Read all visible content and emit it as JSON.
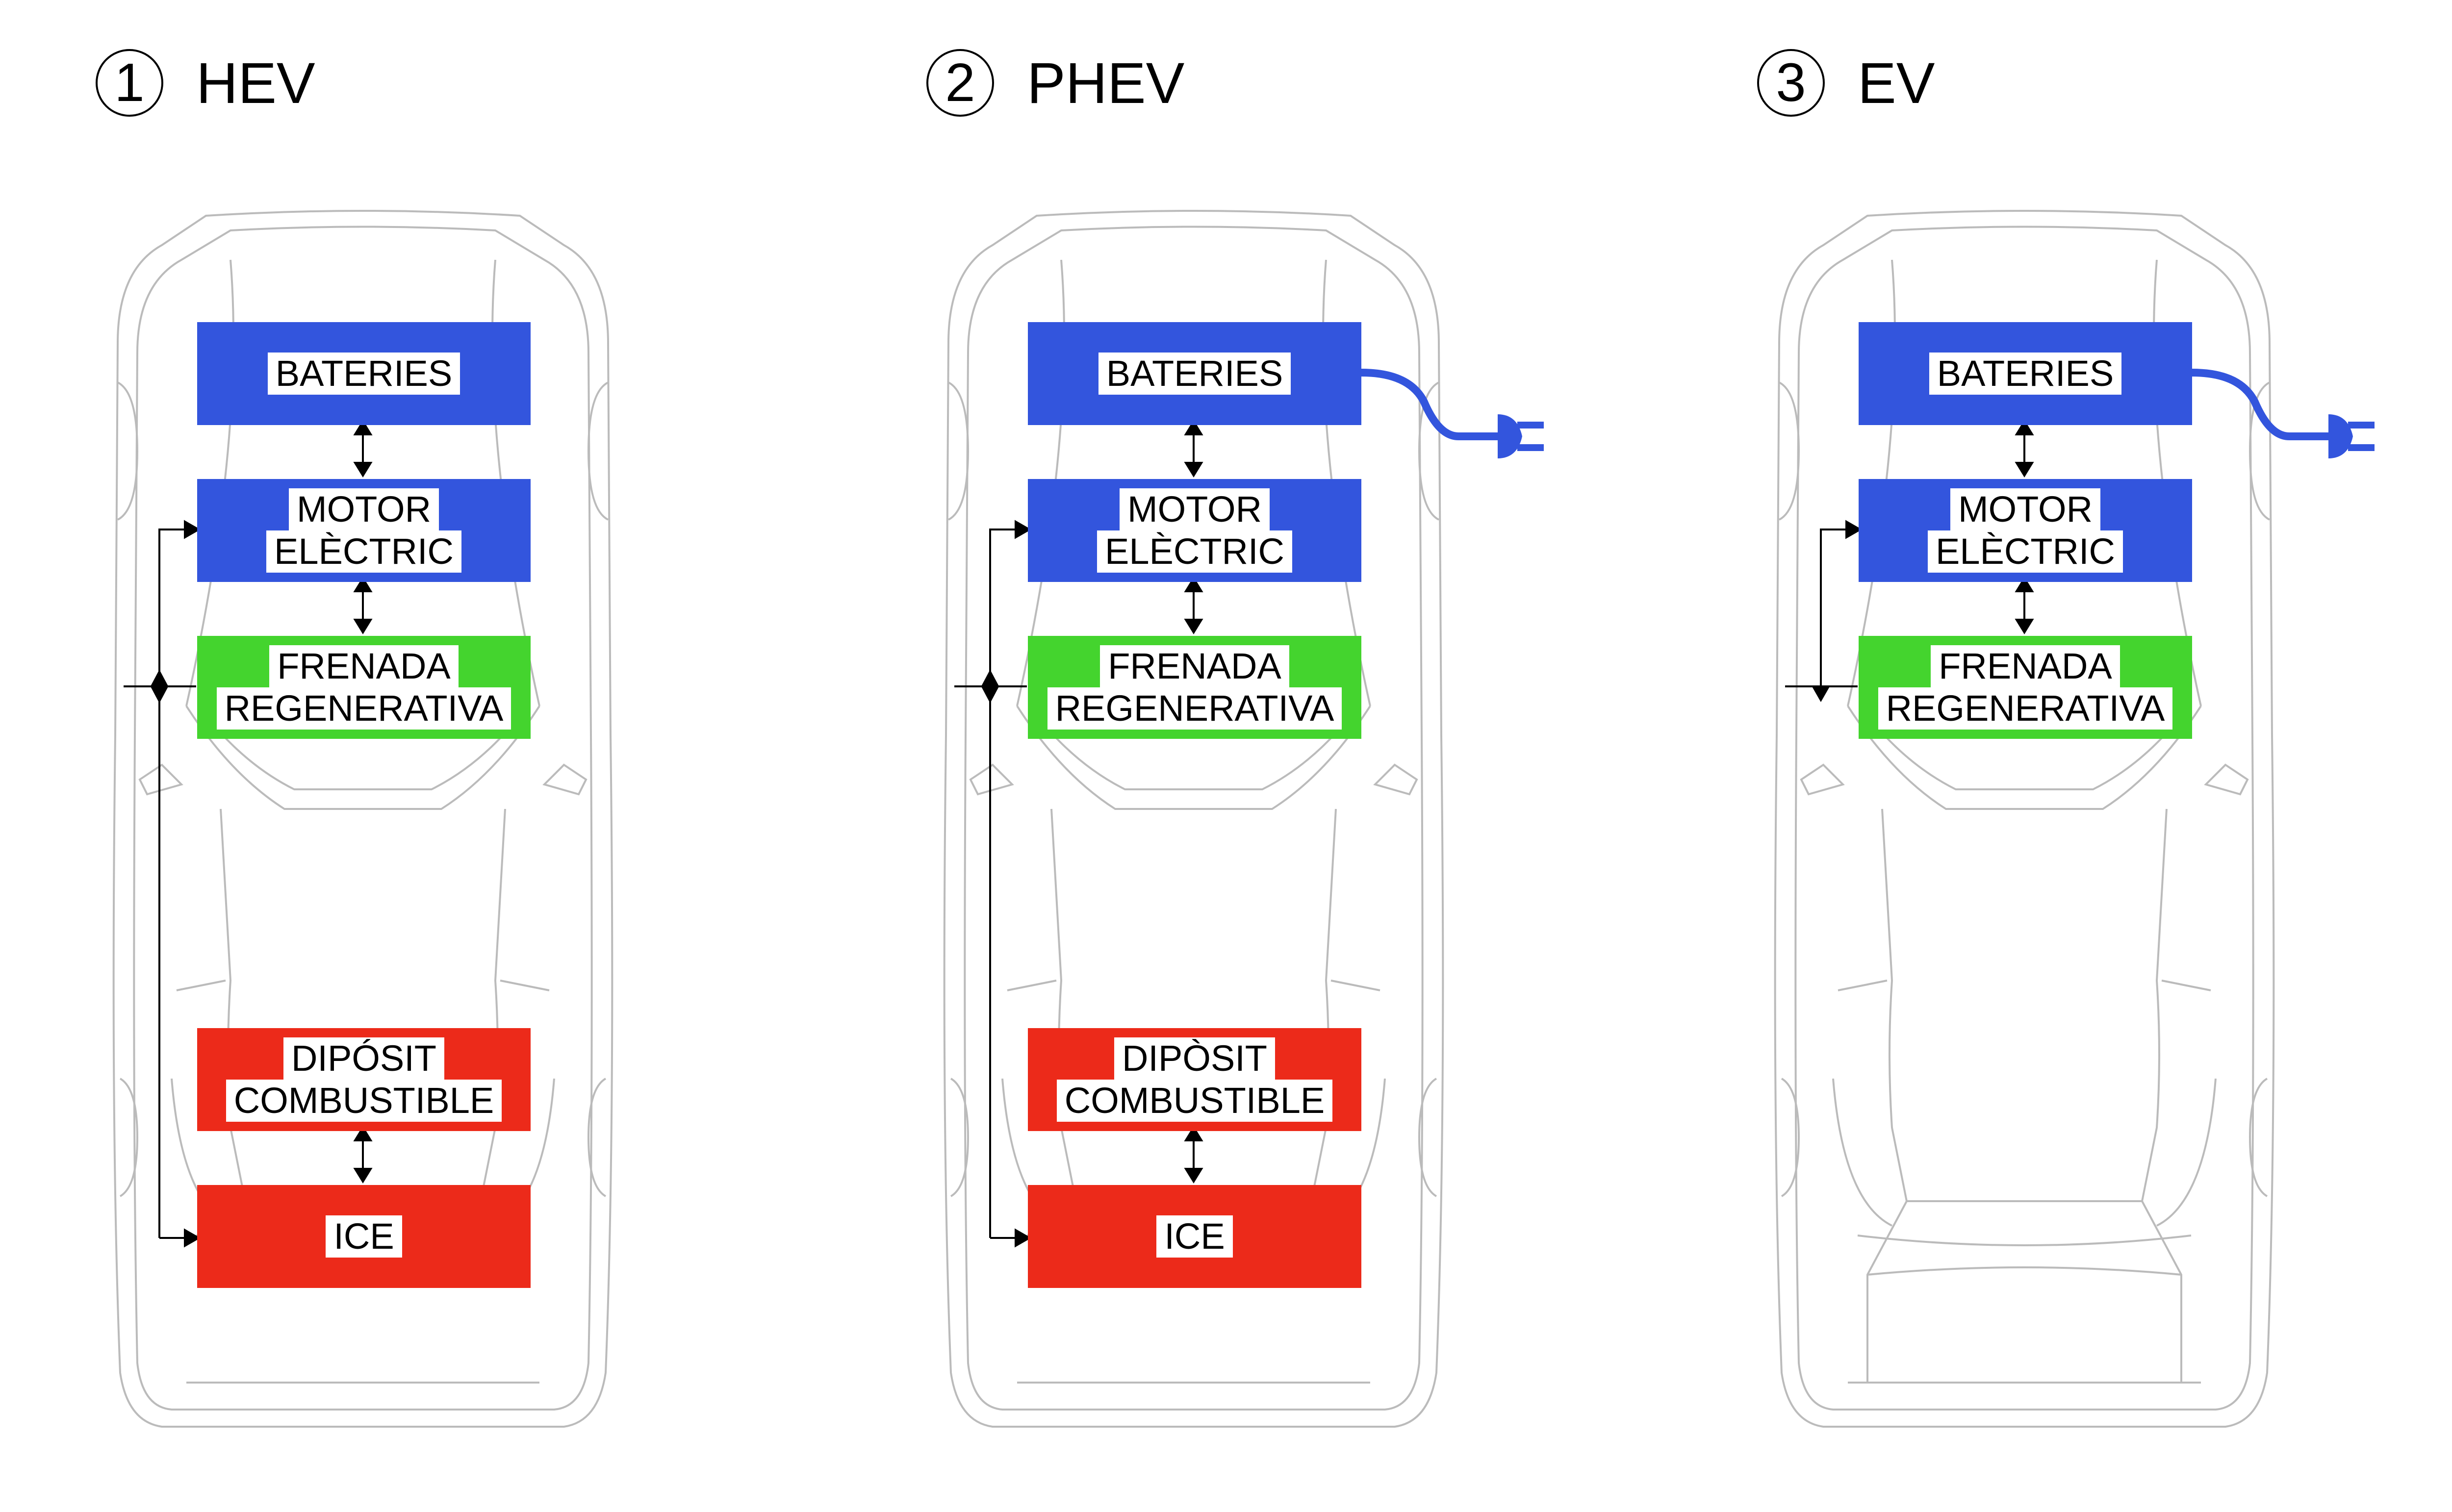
{
  "panels": [
    {
      "number": "1",
      "title": "HEV",
      "blocks": {
        "batteries": [
          "BATERIES"
        ],
        "motor": [
          "MOTOR",
          "ELÈCTRIC"
        ],
        "braking": [
          "FRENADA",
          "REGENERATIVA"
        ],
        "tank": [
          "DIPÓSIT",
          "COMBUSTIBLE"
        ],
        "ice": [
          "ICE"
        ]
      }
    },
    {
      "number": "2",
      "title": "PHEV",
      "blocks": {
        "batteries": [
          "BATERIES"
        ],
        "motor": [
          "MOTOR",
          "ELÈCTRIC"
        ],
        "braking": [
          "FRENADA",
          "REGENERATIVA"
        ],
        "tank": [
          "DIPÒSIT",
          "COMBUSTIBLE"
        ],
        "ice": [
          "ICE"
        ]
      }
    },
    {
      "number": "3",
      "title": "EV",
      "blocks": {
        "batteries": [
          "BATERIES"
        ],
        "motor": [
          "MOTOR",
          "ELÈCTRIC"
        ],
        "braking": [
          "FRENADA",
          "REGENERATIVA"
        ]
      }
    }
  ],
  "colors": {
    "battery": "#3355dd",
    "motor": "#3355dd",
    "braking": "#44d42e",
    "fuel": "#ec2a1a",
    "plug": "#3355dd",
    "outline": "#bbbbbb"
  },
  "icons": {
    "plug": "plug-icon",
    "arrow": "double-arrow-icon"
  }
}
